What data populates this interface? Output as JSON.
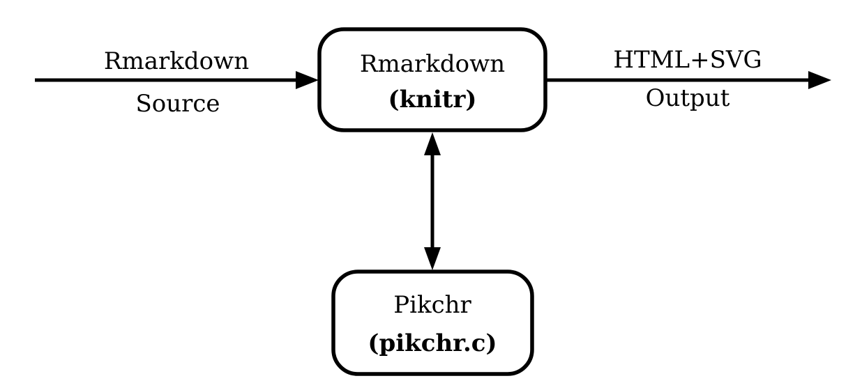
{
  "diagram": {
    "colors": {
      "stroke": "#000000",
      "box_fill": "#ffffff",
      "text": "#000000",
      "background": "#ffffff"
    },
    "input_arrow": {
      "label_top": "Rmarkdown",
      "label_bottom": "Source"
    },
    "knitr_box": {
      "title": "Rmarkdown",
      "subtitle": "(knitr)"
    },
    "output_arrow": {
      "label_top": "HTML+SVG",
      "label_bottom": "Output"
    },
    "pikchr_box": {
      "title": "Pikchr",
      "subtitle": "(pikchr.c)"
    }
  }
}
